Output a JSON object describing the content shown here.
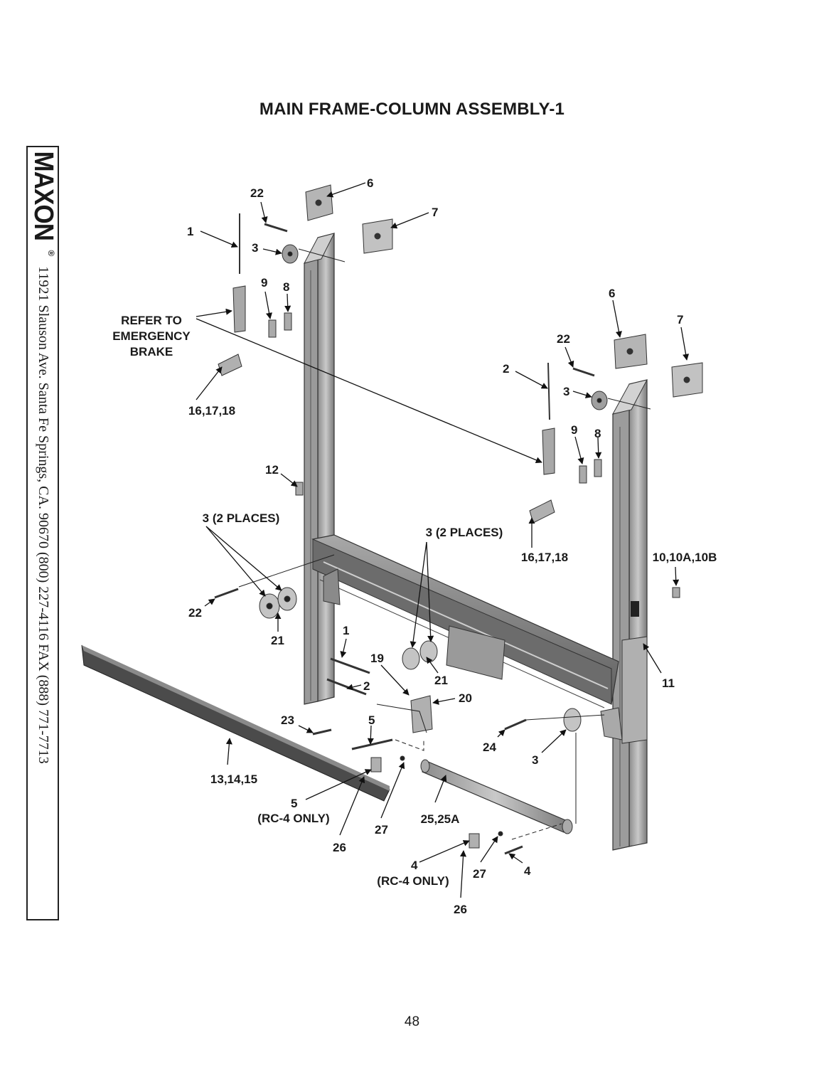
{
  "page": {
    "title": "MAIN FRAME-COLUMN ASSEMBLY-1",
    "page_number": "48"
  },
  "sidebar": {
    "logo": "MAXON",
    "registered": "®",
    "address": "11921 Slauson Ave.   Santa Fe Springs, CA.   90670   (800) 227-4116   FAX (888) 771-7713"
  },
  "callouts": {
    "c6a": "6",
    "c22a": "22",
    "c7a": "7",
    "c1a": "1",
    "c3a": "3",
    "c9a": "9",
    "c8a": "8",
    "refer1": "REFER TO",
    "refer2": "EMERGENCY",
    "refer3": "BRAKE",
    "c161718a": "16,17,18",
    "c6b": "6",
    "c7b": "7",
    "c22b": "22",
    "c2a": "2",
    "c3b": "3",
    "c9b": "9",
    "c8b": "8",
    "c12": "12",
    "c3places_l": "3 (2 PLACES)",
    "c3places_r": "3 (2 PLACES)",
    "c161718b": "16,17,18",
    "c10": "10,10A,10B",
    "c22c": "22",
    "c21a": "21",
    "c1b": "1",
    "c19": "19",
    "c21b": "21",
    "c2b": "2",
    "c20": "20",
    "c11": "11",
    "c23": "23",
    "c5a": "5",
    "c24": "24",
    "c3c": "3",
    "c131415": "13,14,15",
    "c5b": "5",
    "rc4a": "(RC-4 ONLY)",
    "c26a": "26",
    "c27a": "27",
    "c2525a": "25,25A",
    "c4a": "4",
    "rc4b": "(RC-4 ONLY)",
    "c27b": "27",
    "c4b": "4",
    "c26b": "26"
  }
}
